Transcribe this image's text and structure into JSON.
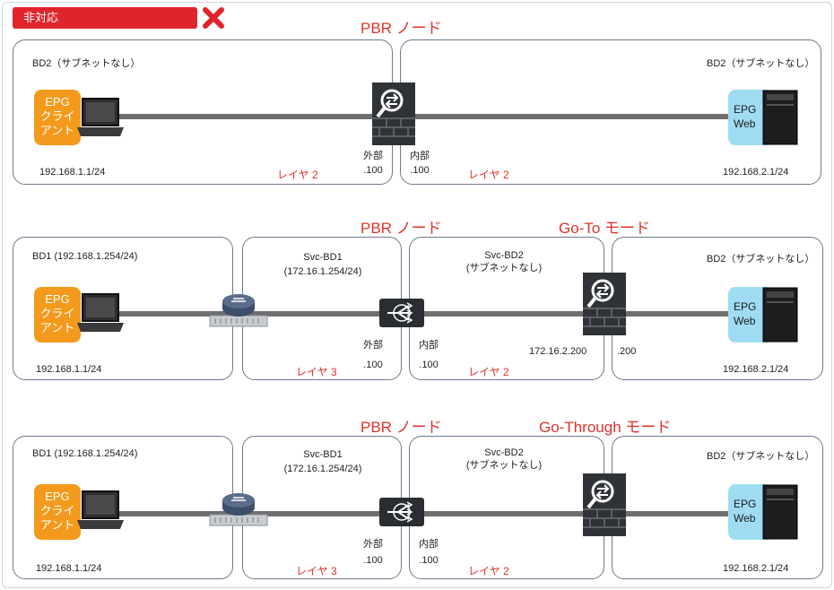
{
  "badge": {
    "label": "非対応",
    "mark": "cross-icon"
  },
  "colors": {
    "accent": "#e0312b",
    "epg_client": "#f39a1c",
    "epg_web": "#9fdcf3",
    "link": "#6f6f6f",
    "box_border": "#6d7a8c"
  },
  "row1": {
    "title": "PBR ノード",
    "left_bd": "BD2（サブネットなし）",
    "right_bd": "BD2（サブネットなし）",
    "client": {
      "l1": "EPG",
      "l2": "クライ",
      "l3": "アント",
      "ip": "192.168.1.1/24"
    },
    "web": {
      "l1": "EPG",
      "l2": "Web",
      "ip": "192.168.2.1/24"
    },
    "outer_label": "外部",
    "outer_ip": ".100",
    "inner_label": "内部",
    "inner_ip": ".100",
    "layer_left": "レイヤ 2",
    "layer_right": "レイヤ 2"
  },
  "row2": {
    "title": "PBR ノード",
    "title2": "Go-To モード",
    "bd1": "BD1 (192.168.1.254/24)",
    "svc1_l1": "Svc-BD1",
    "svc1_l2": "(172.16.1.254/24)",
    "svc2_l1": "Svc-BD2",
    "svc2_l2": "(サブネットなし)",
    "bd2": "BD2（サブネットなし）",
    "client": {
      "l1": "EPG",
      "l2": "クライ",
      "l3": "アント",
      "ip": "192.168.1.1/24"
    },
    "web": {
      "l1": "EPG",
      "l2": "Web",
      "ip": "192.168.2.1/24"
    },
    "outer_label": "外部",
    "outer_ip": ".100",
    "inner_label": "内部",
    "inner_ip": ".100",
    "fw_ip": "172.16.2.200",
    "fw_ip2": ".200",
    "layer_left": "レイヤ 3",
    "layer_right": "レイヤ 2"
  },
  "row3": {
    "title": "PBR ノード",
    "title2": "Go-Through モード",
    "bd1": "BD1 (192.168.1.254/24)",
    "svc1_l1": "Svc-BD1",
    "svc1_l2": "(172.16.1.254/24)",
    "svc2_l1": "Svc-BD2",
    "svc2_l2": "(サブネットなし)",
    "bd2": "BD2（サブネットなし）",
    "client": {
      "l1": "EPG",
      "l2": "クライ",
      "l3": "アント",
      "ip": "192.168.1.1/24"
    },
    "web": {
      "l1": "EPG",
      "l2": "Web",
      "ip": "192.168.2.1/24"
    },
    "outer_label": "外部",
    "outer_ip": ".100",
    "inner_label": "内部",
    "inner_ip": ".100",
    "layer_left": "レイヤ 3",
    "layer_right": "レイヤ 2"
  }
}
